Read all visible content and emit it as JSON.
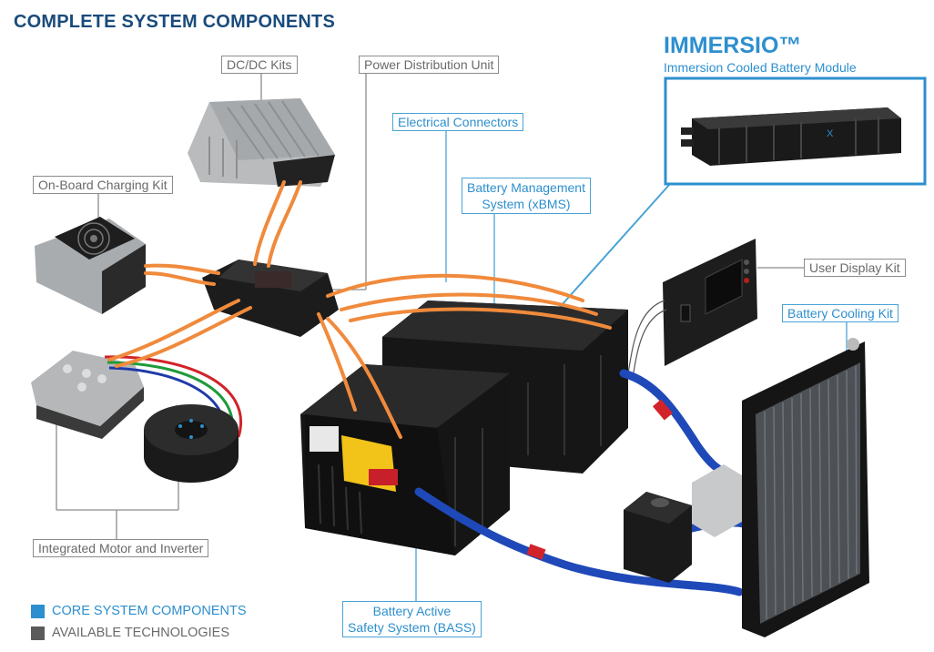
{
  "title": "COMPLETE SYSTEM COMPONENTS",
  "featured": {
    "name": "IMMERSIO™",
    "subtitle": "Immersion Cooled Battery Module"
  },
  "labels": {
    "dcdc": "DC/DC Kits",
    "pdu": "Power Distribution Unit",
    "connectors": "Electrical Connectors",
    "bms_line1": "Battery Management",
    "bms_line2": "System (xBMS)",
    "charging": "On-Board Charging Kit",
    "display": "User Display Kit",
    "cooling": "Battery Cooling Kit",
    "motor": "Integrated Motor and Inverter",
    "bass_line1": "Battery Active",
    "bass_line2": "Safety System (BASS)"
  },
  "legend": [
    {
      "label": "CORE SYSTEM COMPONENTS",
      "color": "#2d8fce"
    },
    {
      "label": "AVAILABLE TECHNOLOGIES",
      "color": "#5a5a5a"
    }
  ],
  "colors": {
    "title": "#1a4b7c",
    "core": "#2d8fce",
    "available": "#5a5a5a",
    "cable_orange": "#f08a3c",
    "hose_blue": "#1f49b8",
    "fitting_red": "#d2232a"
  }
}
